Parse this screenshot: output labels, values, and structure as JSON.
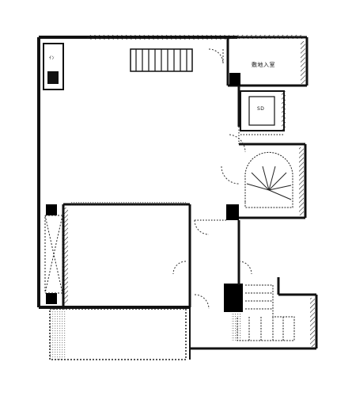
{
  "plan": {
    "labels": {
      "top_right_room": "敷地入室",
      "small_fixture": "SD",
      "top_left_closet": "ｲﾝ"
    },
    "colors": {
      "wall": "#111111",
      "pillar": "#000000",
      "dotted": "#333333",
      "hatch": "#222222",
      "background": "#ffffff"
    }
  }
}
